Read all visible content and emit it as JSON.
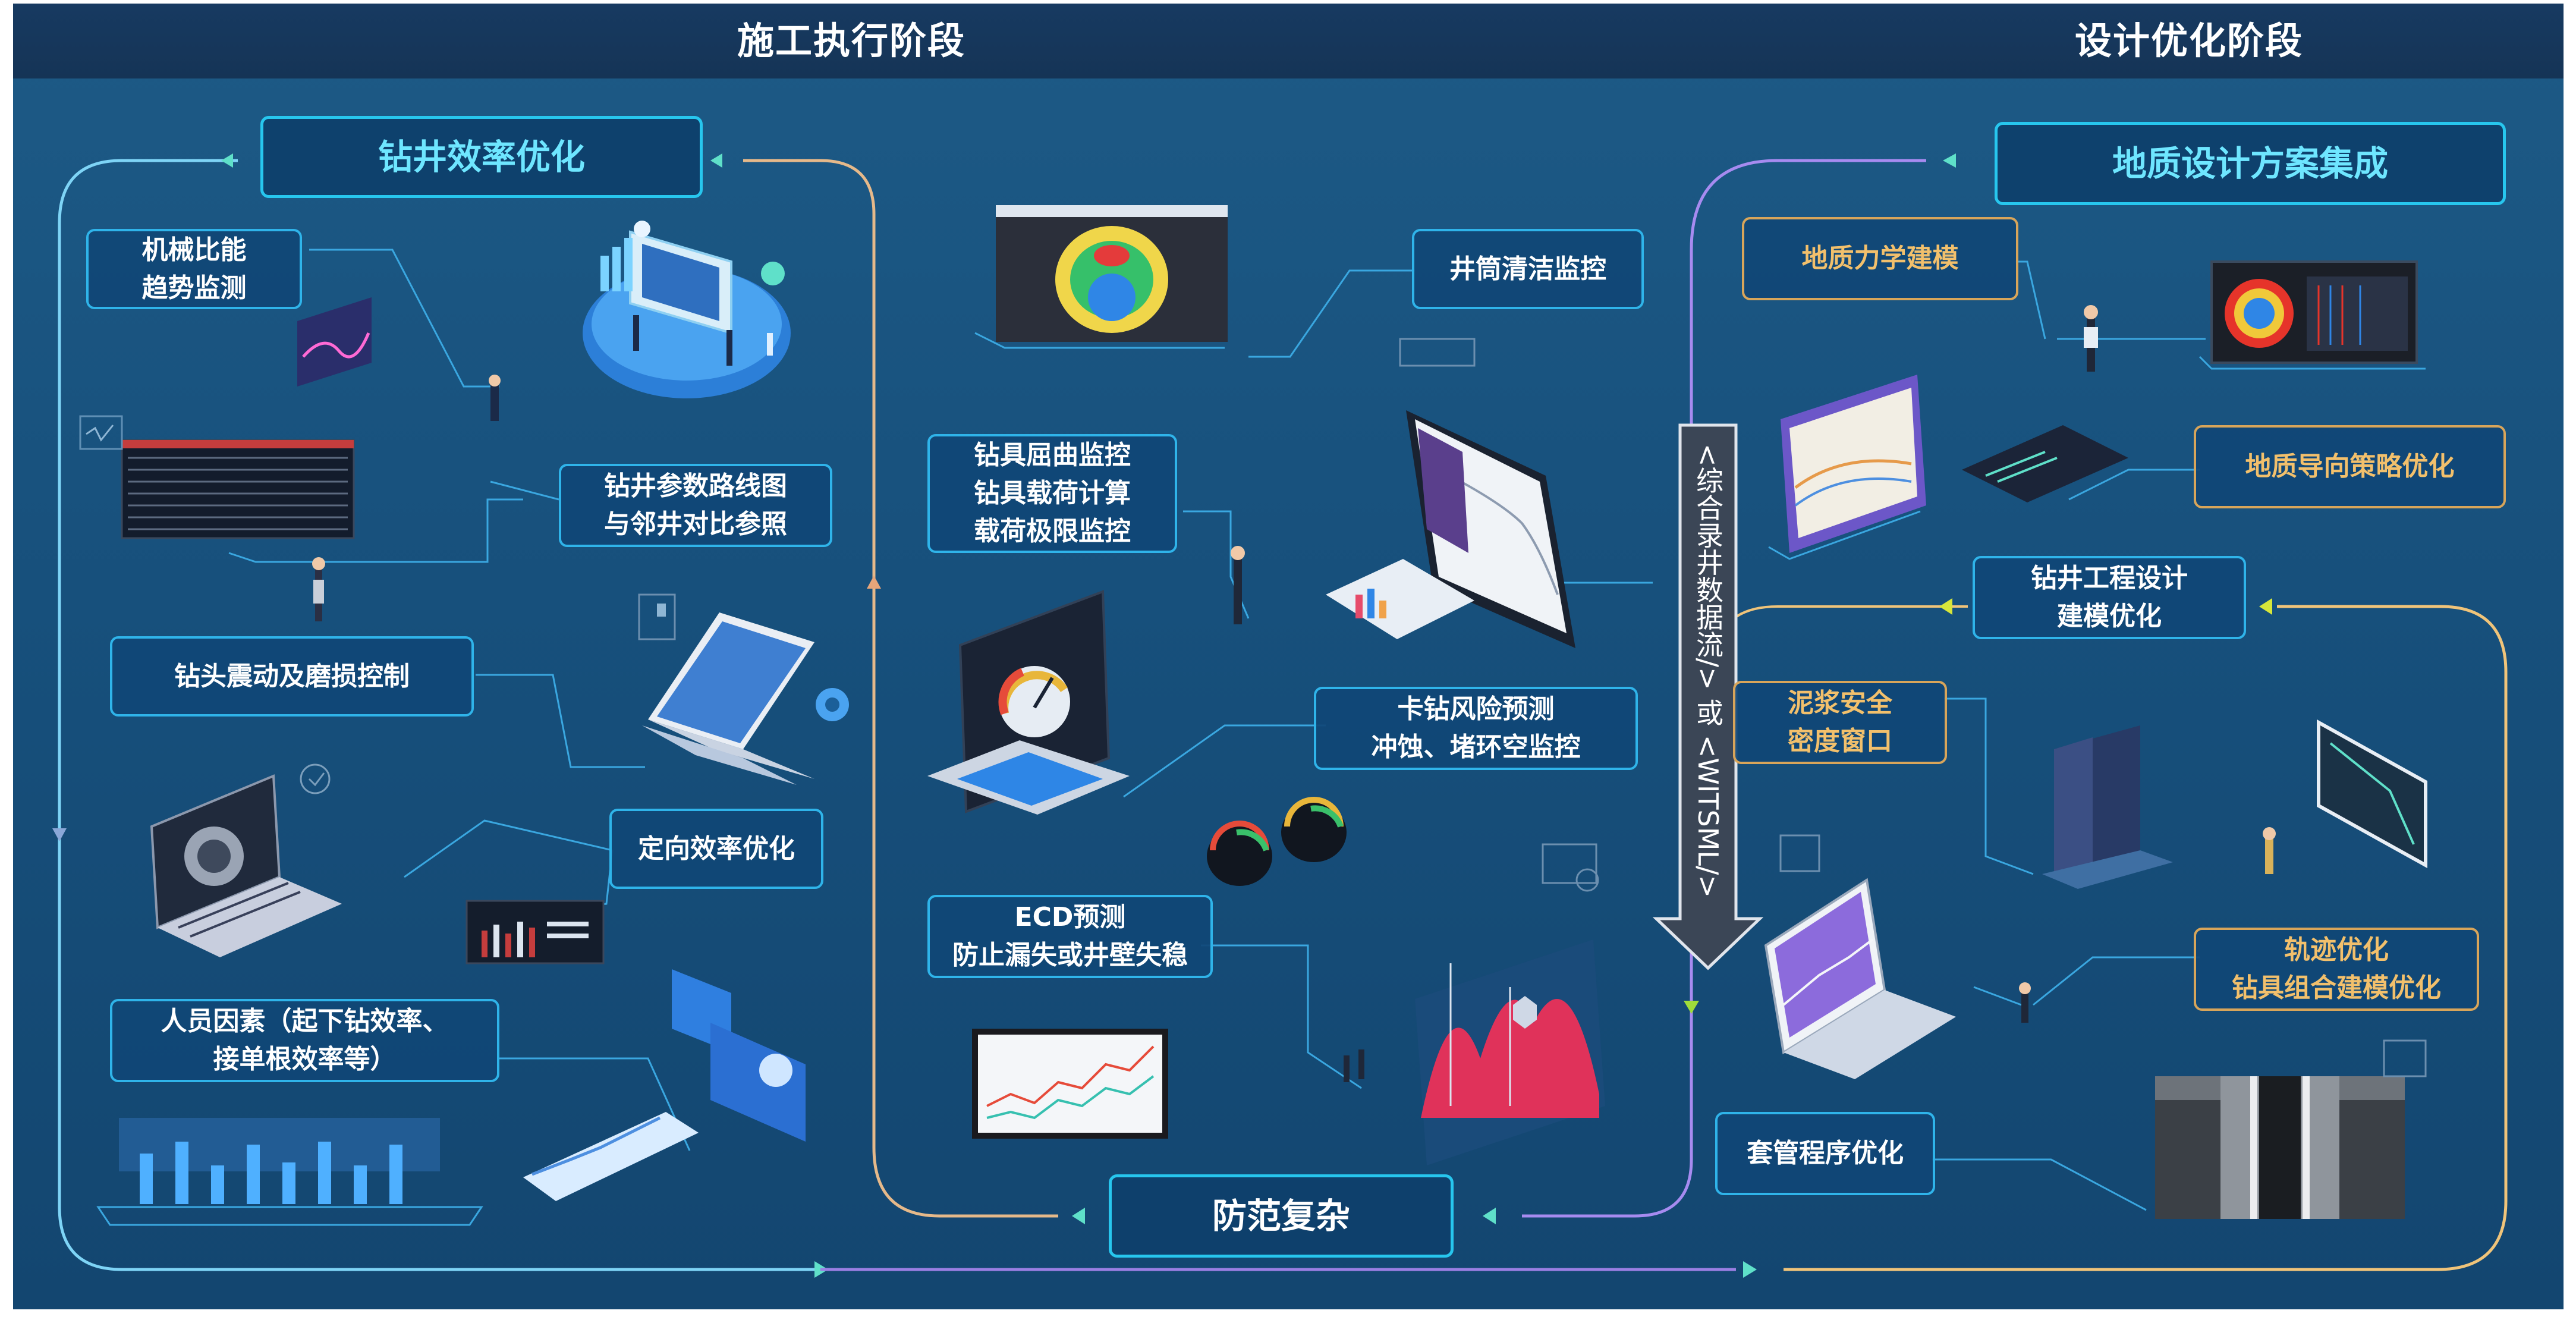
{
  "header": {
    "left_title": "施工执行阶段",
    "right_title": "设计优化阶段"
  },
  "left_panel": {
    "title": "钻井效率优化",
    "items": [
      {
        "lines": [
          "机械比能",
          "趋势监测"
        ]
      },
      {
        "lines": [
          "钻井参数路线图",
          "与邻井对比参照"
        ]
      },
      {
        "lines": [
          "钻头震动及磨损控制"
        ]
      },
      {
        "lines": [
          "定向效率优化"
        ]
      },
      {
        "lines": [
          "人员因素（起下钻效率、",
          "接单根效率等）"
        ]
      }
    ]
  },
  "middle_panel": {
    "items": [
      {
        "lines": [
          "井筒清洁监控"
        ]
      },
      {
        "lines": [
          "钻具屈曲监控",
          "钻具载荷计算",
          "载荷极限监控"
        ]
      },
      {
        "lines": [
          "卡钻风险预测",
          "冲蚀、堵环空监控"
        ]
      },
      {
        "lines": [
          "ECD预测",
          "防止漏失或井壁失稳"
        ]
      }
    ],
    "bottom_title": "防范复杂"
  },
  "right_panel": {
    "title": "地质设计方案集成",
    "items": [
      {
        "lines": [
          "地质力学建模"
        ]
      },
      {
        "lines": [
          "地质导向策略优化"
        ]
      }
    ],
    "engineering_title": {
      "lines": [
        "钻井工程设计",
        "建模优化"
      ]
    },
    "engineering_items": [
      {
        "lines": [
          "泥浆安全",
          "密度窗口"
        ]
      },
      {
        "lines": [
          "轨迹优化",
          "钻具组合建模优化"
        ]
      },
      {
        "lines": [
          "套管程序优化"
        ]
      }
    ]
  },
  "data_flow_label": "<综合录井数据流/> 或 <WITSML/>",
  "colors": {
    "background": "#17507c",
    "header": "#163758",
    "box_border_blue": "#2fb4ea",
    "box_border_gold": "#d8a55a",
    "title_text": "#6ee6ff",
    "gold_text": "#f2c06c",
    "loop_line_left": "#7ed4f6",
    "loop_line_right": "#f0c47a",
    "loop_line_purple": "#a78bf0"
  }
}
